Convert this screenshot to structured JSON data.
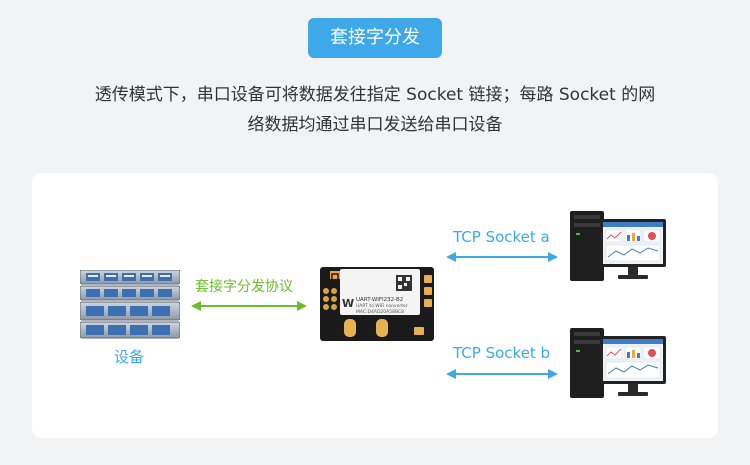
{
  "title": "套接字分发",
  "description": {
    "line1": "透传模式下，串口设备可将数据发往指定 Socket 链接；每路 Socket 的网",
    "line2": "络数据均通过串口发送给串口设备"
  },
  "diagram": {
    "device_label": "设备",
    "protocol_label": "套接字分发协议",
    "socket_a_label": "TCP Socket a",
    "socket_b_label": "TCP Socket b",
    "module_text": {
      "model": "UART-WIFI232-B2",
      "subtitle": "UART to WiFi converter",
      "mac": "MAC:D4AD20A58BC8",
      "logo": "W"
    },
    "colors": {
      "blue": "#3ea8e8",
      "green": "#6cbd2c",
      "module_board": "#1a1a1a",
      "module_label": "#f4f4f4",
      "antenna": "#f2a33a"
    }
  }
}
